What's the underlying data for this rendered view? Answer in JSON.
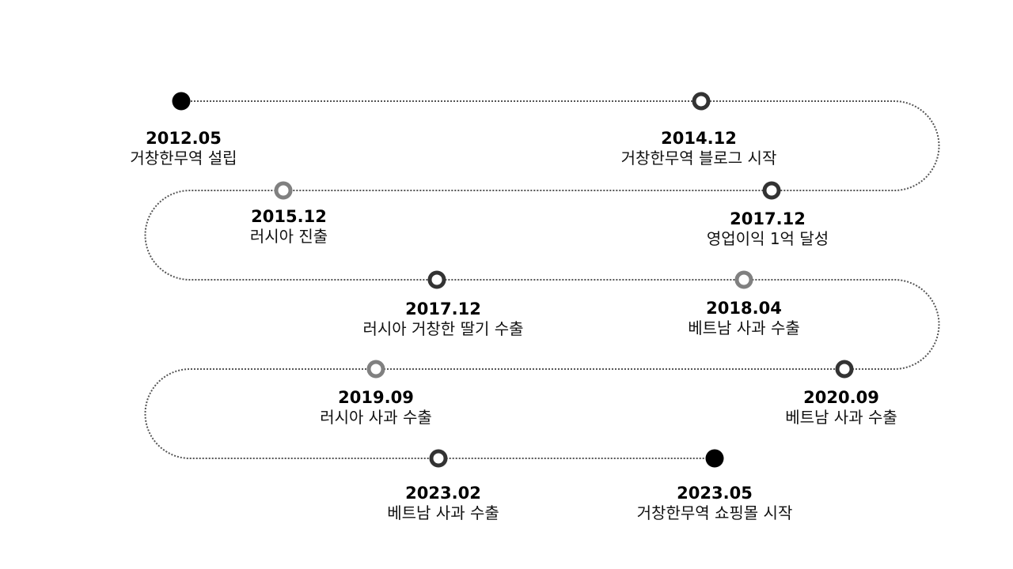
{
  "milestones": [
    {
      "date": "2012.05",
      "text": "거창한무역 설립",
      "marker": "filled"
    },
    {
      "date": "2014.12",
      "text": "거창한무역 블로그 시작",
      "marker": "ring-dark"
    },
    {
      "date": "2017.12",
      "text": "영업이익 1억 달성",
      "marker": "ring-dark"
    },
    {
      "date": "2015.12",
      "text": "러시아 진출",
      "marker": "ring-light"
    },
    {
      "date": "2017.12",
      "text": "러시아 거창한 딸기 수출",
      "marker": "ring-dark"
    },
    {
      "date": "2018.04",
      "text": "베트남 사과 수출",
      "marker": "ring-light"
    },
    {
      "date": "2020.09",
      "text": "베트남 사과 수출",
      "marker": "ring-dark"
    },
    {
      "date": "2019.09",
      "text": "러시아 사과 수출",
      "marker": "ring-light"
    },
    {
      "date": "2023.02",
      "text": "베트남 사과 수출",
      "marker": "ring-dark"
    },
    {
      "date": "2023.05",
      "text": "거창한무역 쇼핑몰 시작",
      "marker": "filled"
    }
  ],
  "colors": {
    "path": "#555555",
    "filled": "#000000",
    "ring_dark": "#333333",
    "ring_light": "#808080",
    "ring_center": "#ffffff"
  }
}
